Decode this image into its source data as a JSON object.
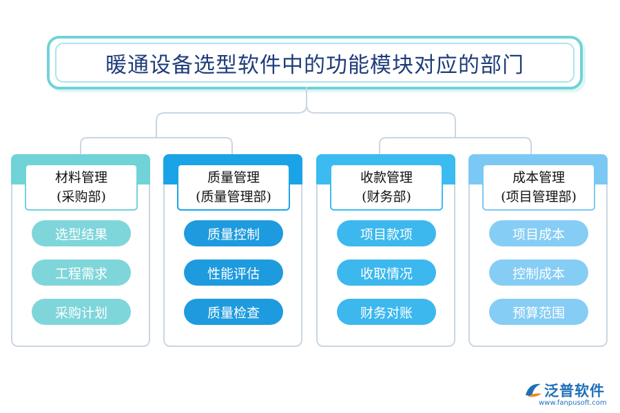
{
  "title": "暖通设备选型软件中的功能模块对应的部门",
  "columns": [
    {
      "name": "材料管理",
      "dept": "(采购部)",
      "items": [
        "选型结果",
        "工程需求",
        "采购计划"
      ],
      "color": "#6fd3d8"
    },
    {
      "name": "质量管理",
      "dept": "(质量管理部)",
      "items": [
        "质量控制",
        "性能评估",
        "质量检查"
      ],
      "color": "#1aa3e6"
    },
    {
      "name": "收款管理",
      "dept": "(财务部)",
      "items": [
        "项目款项",
        "收取情况",
        "财务对账"
      ],
      "color": "#3bbbf0"
    },
    {
      "name": "成本管理",
      "dept": "(项目管理部)",
      "items": [
        "项目成本",
        "控制成本",
        "预算范围"
      ],
      "color": "#7cc8f4"
    }
  ],
  "logo": {
    "brand": "泛普软件",
    "url": "www.fanpusoft.com",
    "icon": "fanpu-logo-icon"
  }
}
